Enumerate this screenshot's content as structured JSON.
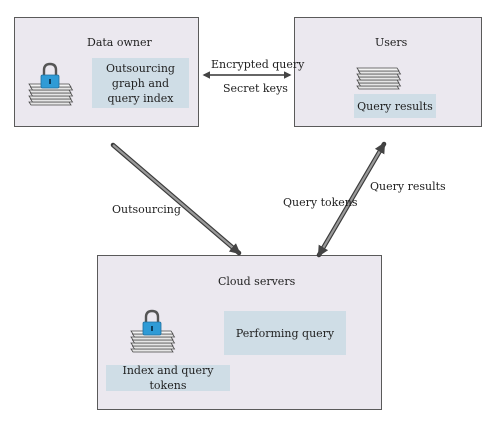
{
  "nodes": {
    "data_owner": {
      "title": "Data owner",
      "content": "Outsourcing graph and query index"
    },
    "users": {
      "title": "Users",
      "content": "Query results"
    },
    "cloud_servers": {
      "title": "Cloud servers",
      "content": "Performing query",
      "stack_label": "Index and query tokens"
    }
  },
  "edges": {
    "owner_users_top": "Encrypted query",
    "owner_users_bottom": "Secret keys",
    "outsourcing": "Outsourcing",
    "query_tokens": "Query tokens",
    "query_results": "Query results"
  },
  "icons": {
    "owner_stack": "locked-document-stack-icon",
    "users_stack": "document-stack-icon",
    "cloud_stack": "locked-document-stack-icon"
  },
  "colors": {
    "box_fill": "#ebe8ef",
    "inner_fill": "#cfdde6",
    "lock_blue": "#2f9bd6"
  }
}
